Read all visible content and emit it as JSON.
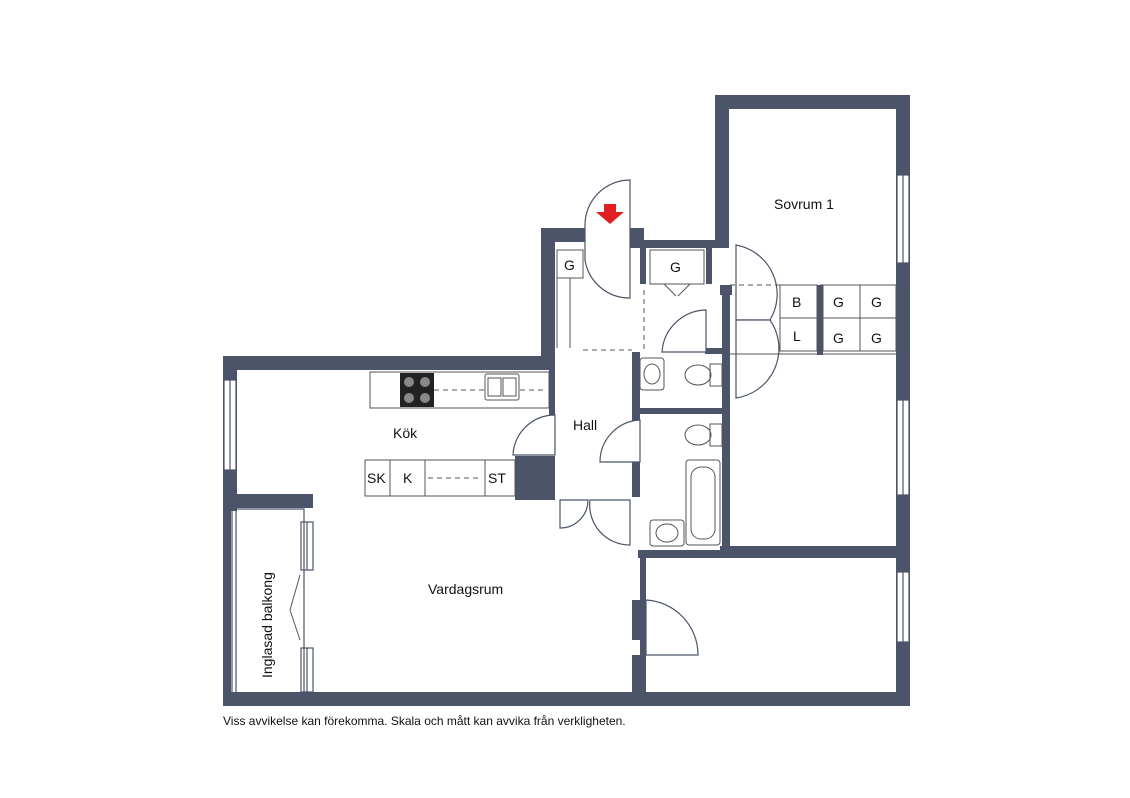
{
  "colors": {
    "wall": "#4b5468",
    "entrance_arrow": "#e02020",
    "line": "#555555"
  },
  "rooms": {
    "bedroom1": "Sovrum 1",
    "kitchen": "Kök",
    "hall": "Hall",
    "living": "Vardagsrum",
    "balcony": "Inglasad balkong"
  },
  "fixtures": {
    "wardrobe_left": "G",
    "wardrobe_entry": "G",
    "b": "B",
    "l": "L",
    "g_right_1": "G",
    "g_right_2": "G",
    "g_right_3": "G",
    "g_right_4": "G",
    "sk": "SK",
    "k": "K",
    "st": "ST"
  },
  "disclaimer": "Viss avvikelse kan förekomma. Skala och mått kan avvika från verkligheten."
}
